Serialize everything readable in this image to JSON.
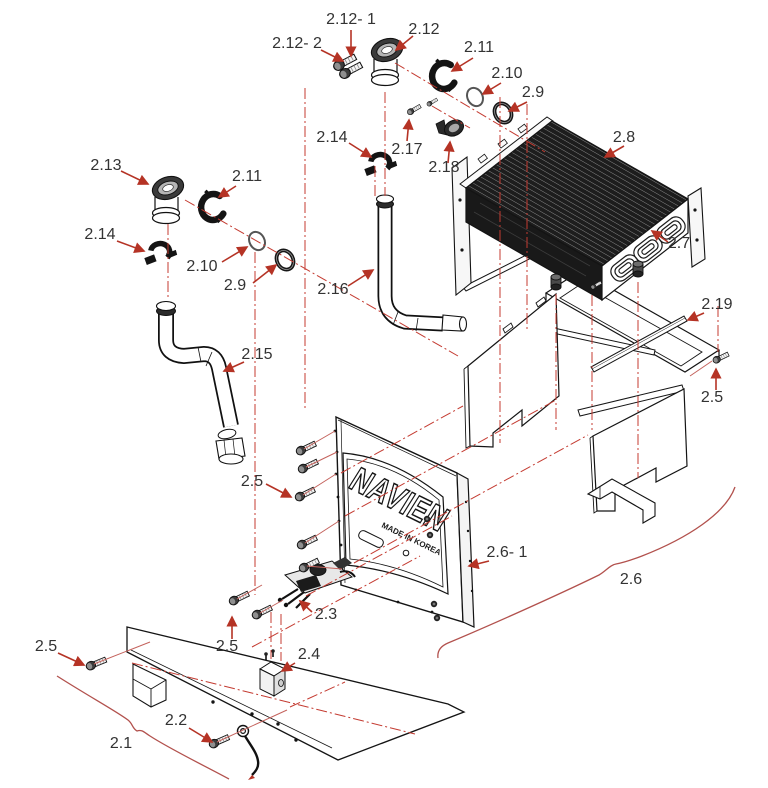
{
  "panel": {
    "brand": "NAVIEN",
    "origin": "MADE IN KOREA"
  },
  "labels": {
    "l_2_12_1": "2.12- 1",
    "l_2_12_2": "2.12- 2",
    "l_2_12": "2.12",
    "l_2_11_top": "2.11",
    "l_2_10_top": "2.10",
    "l_2_9_top": "2.9",
    "l_2_8": "2.8",
    "l_2_7": "2.7",
    "l_2_13": "2.13",
    "l_2_11_left": "2.11",
    "l_2_14_left": "2.14",
    "l_2_10_left": "2.10",
    "l_2_9_left": "2.9",
    "l_2_14_mid": "2.14",
    "l_2_17": "2.17",
    "l_2_18": "2.18",
    "l_2_16": "2.16",
    "l_2_15": "2.15",
    "l_2_19": "2.19",
    "l_2_5_right": "2.5",
    "l_2_5_panel": "2.5",
    "l_2_6_1": "2.6- 1",
    "l_2_6": "2.6",
    "l_2_3": "2.3",
    "l_2_5_mid": "2.5",
    "l_2_4": "2.4",
    "l_2_5_bottom": "2.5",
    "l_2_2": "2.2",
    "l_2_1": "2.1"
  },
  "colors": {
    "outline": "#1a1a1a",
    "label_text": "#333333",
    "arrow_red": "#b53325",
    "leader_red": "#c4625c",
    "centerline_red": "#c43b31",
    "brace_red": "#b2514d",
    "background": "#ffffff"
  }
}
